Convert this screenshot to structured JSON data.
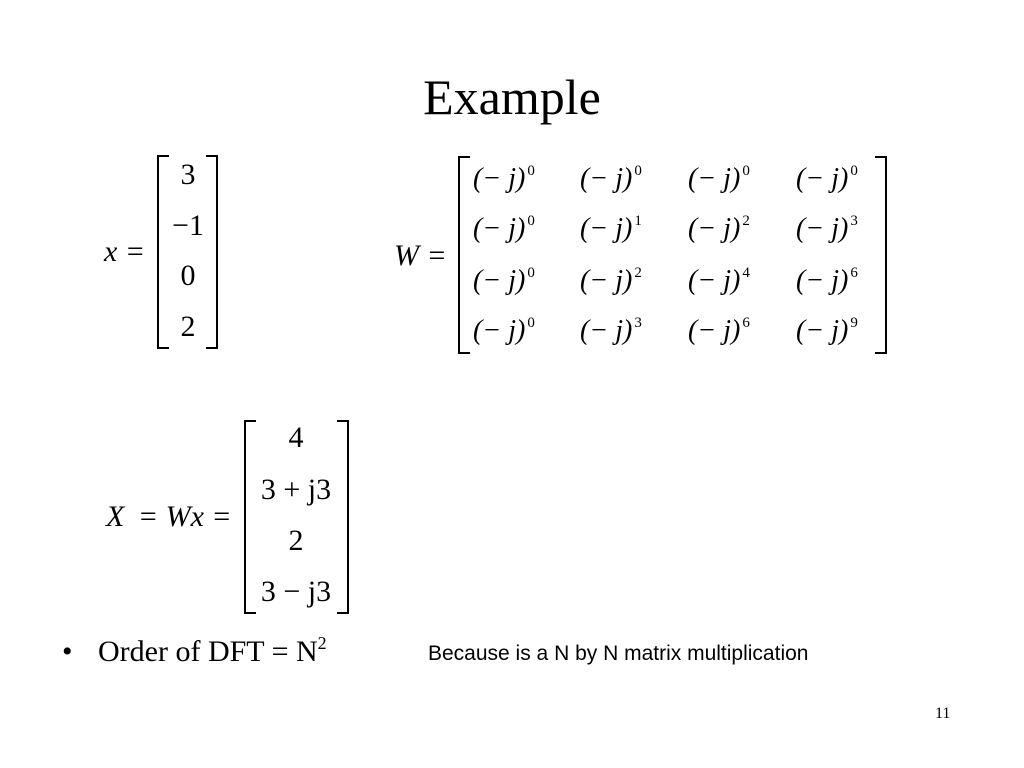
{
  "slide": {
    "title": "Example",
    "page_number": "11"
  },
  "x_vector": {
    "lhs": "x =",
    "entries": [
      "3",
      "−1",
      "0",
      "2"
    ]
  },
  "w_matrix": {
    "lhs": "W =",
    "base": "(− j)",
    "rows": [
      [
        "0",
        "0",
        "0",
        "0"
      ],
      [
        "0",
        "1",
        "2",
        "3"
      ],
      [
        "0",
        "2",
        "4",
        "6"
      ],
      [
        "0",
        "3",
        "6",
        "9"
      ]
    ]
  },
  "result": {
    "lhs_X": "X",
    "lhs_rest": "= Wx =",
    "entries": [
      "4",
      "3 + j3",
      "2",
      "3 − j3"
    ]
  },
  "bullet": {
    "text": "Order of DFT = N",
    "superscript": "2",
    "note": "Because is a N by N matrix multiplication"
  }
}
